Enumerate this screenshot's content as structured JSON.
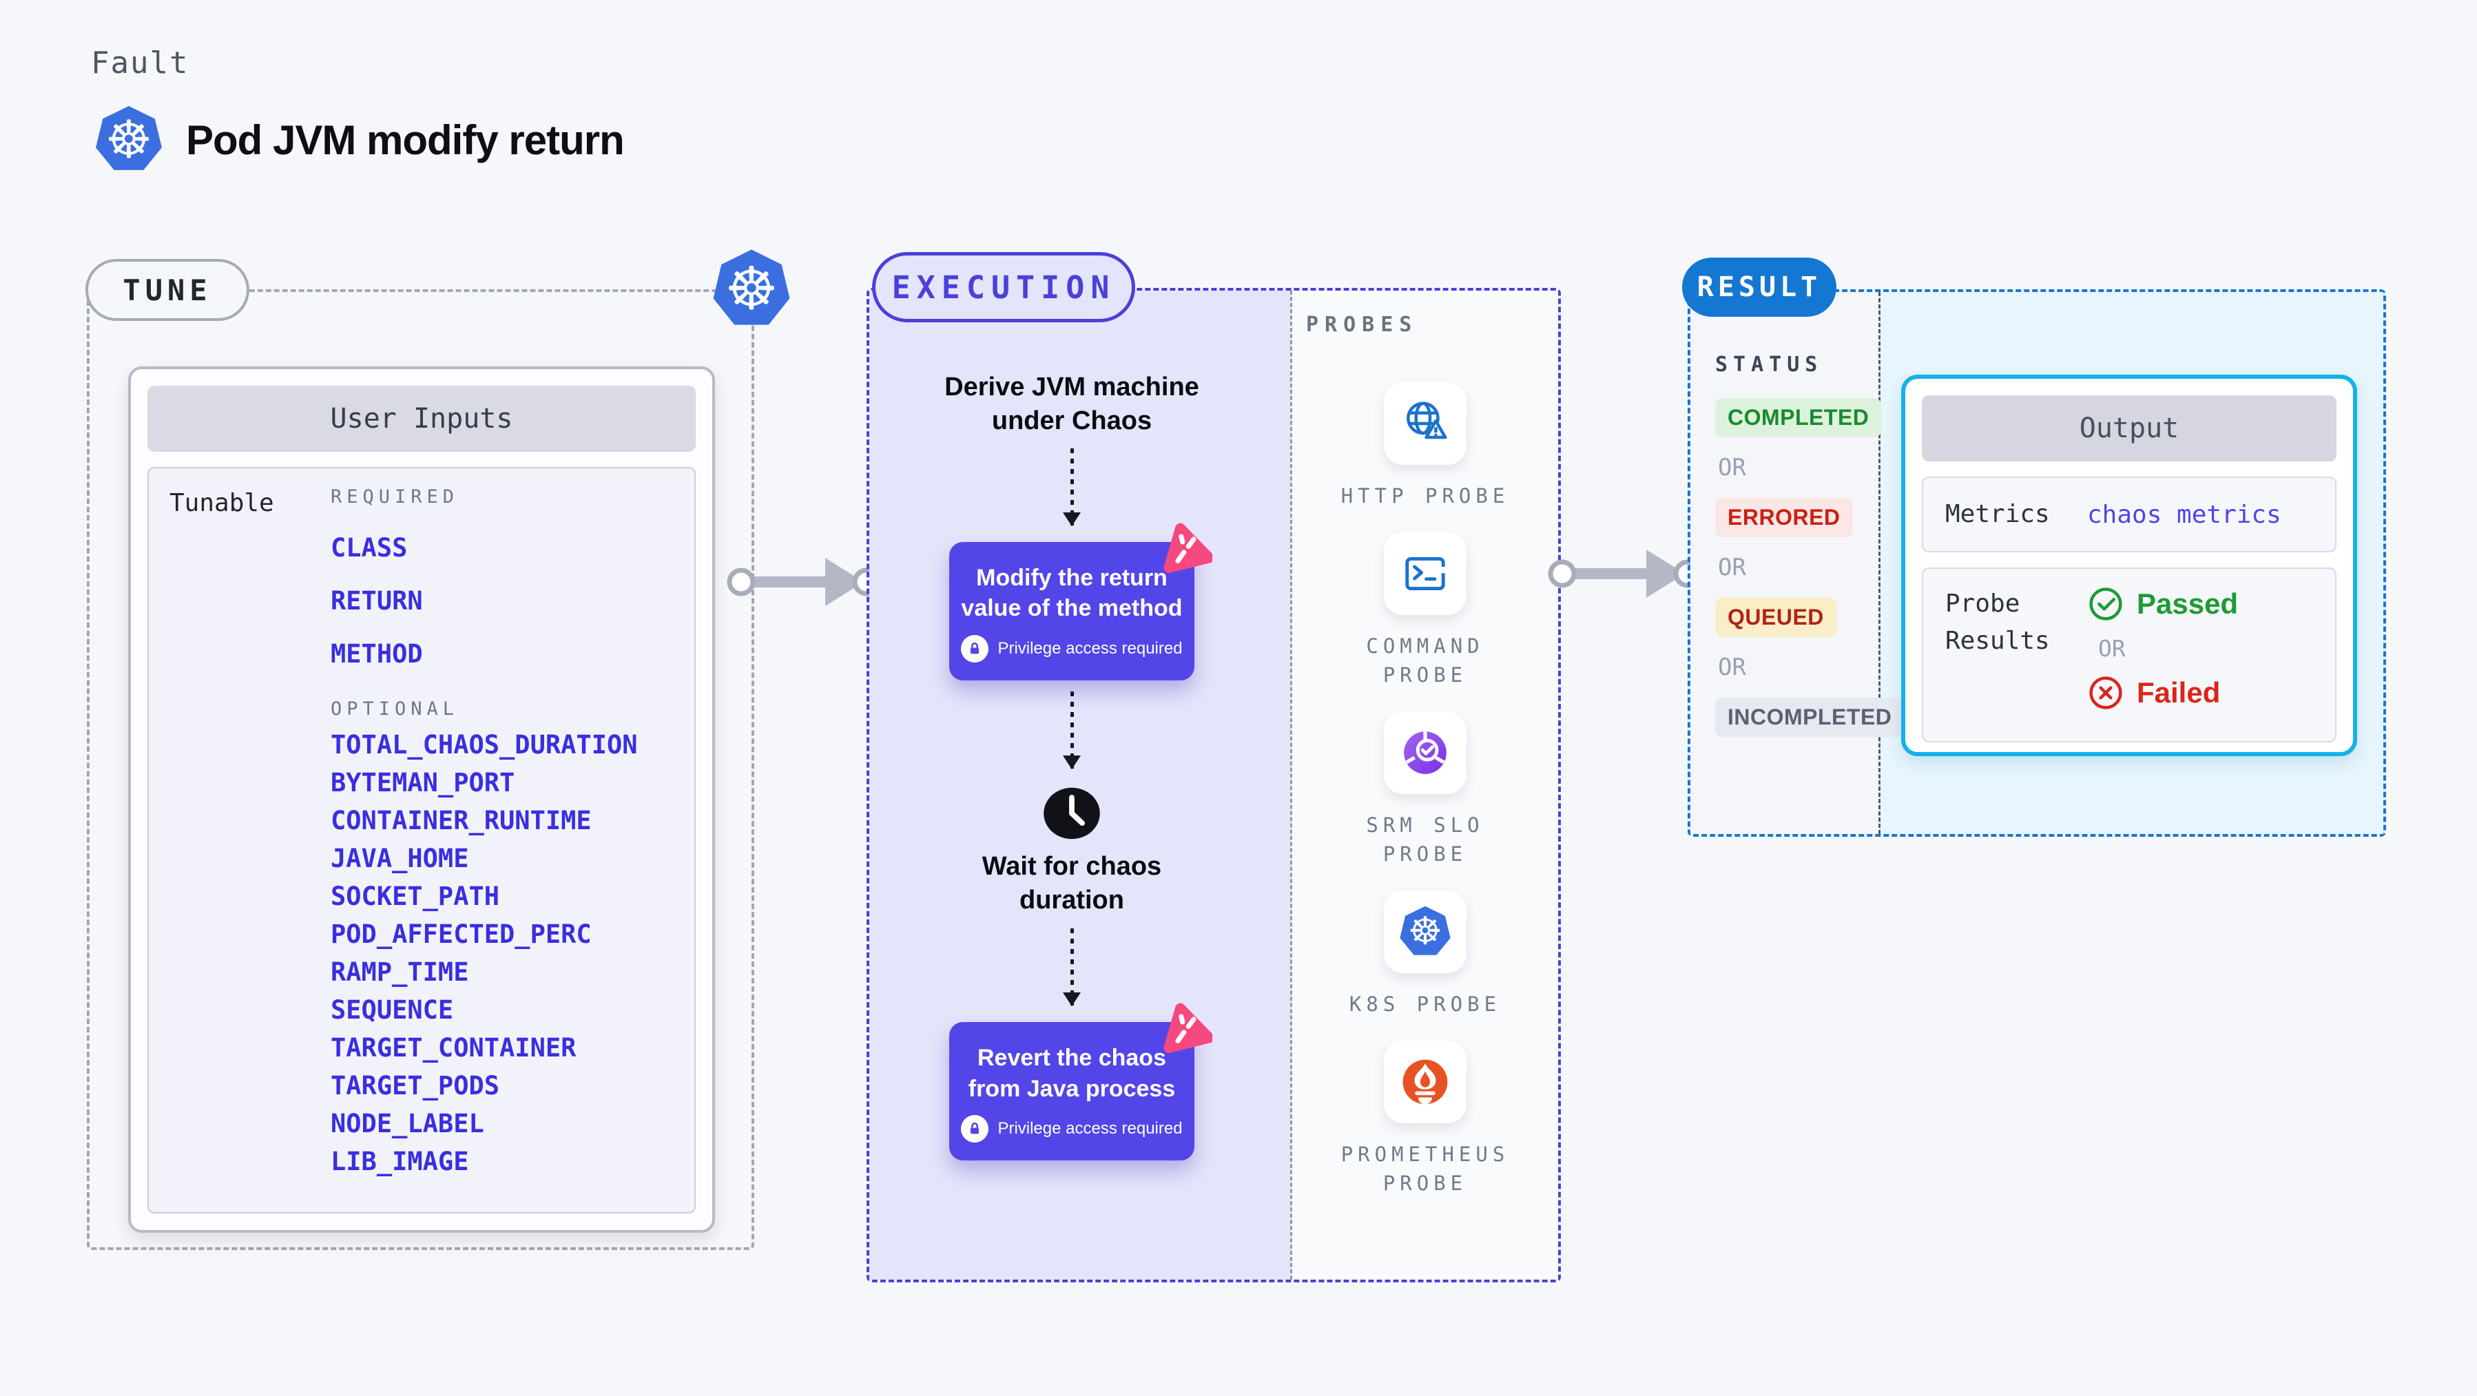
{
  "header": {
    "category_label": "Fault",
    "title": "Pod JVM modify return"
  },
  "tune": {
    "badge_label": "TUNE",
    "panel_title": "User Inputs",
    "tunable_label": "Tunable",
    "required_label": "REQUIRED",
    "optional_label": "OPTIONAL",
    "required_items": [
      "CLASS",
      "RETURN",
      "METHOD"
    ],
    "optional_items": [
      "TOTAL_CHAOS_DURATION",
      "BYTEMAN_PORT",
      "CONTAINER_RUNTIME",
      "JAVA_HOME",
      "SOCKET_PATH",
      "POD_AFFECTED_PERC",
      "RAMP_TIME",
      "SEQUENCE",
      "TARGET_CONTAINER",
      "TARGET_PODS",
      "NODE_LABEL",
      "LIB_IMAGE"
    ]
  },
  "execution": {
    "badge_label": "EXECUTION",
    "step_derive": "Derive JVM machine under Chaos",
    "action_modify": "Modify the return value of the method",
    "privilege_note": "Privilege access required",
    "step_wait": "Wait for chaos duration",
    "action_revert": "Revert the chaos from Java process"
  },
  "probes": {
    "column_label": "PROBES",
    "items": [
      {
        "label": "HTTP PROBE",
        "icon": "globe-alert-icon"
      },
      {
        "label": "COMMAND PROBE",
        "icon": "terminal-icon"
      },
      {
        "label": "SRM SLO PROBE",
        "icon": "slo-gauge-check-icon"
      },
      {
        "label": "K8S PROBE",
        "icon": "kubernetes-icon"
      },
      {
        "label": "PROMETHEUS PROBE",
        "icon": "prometheus-flame-icon"
      }
    ]
  },
  "result": {
    "badge_label": "RESULT",
    "status_label": "STATUS",
    "or_label": "OR",
    "statuses": [
      {
        "label": "COMPLETED",
        "text_color": "#1a8a2e",
        "bg_color": "#ddf2dc"
      },
      {
        "label": "ERRORED",
        "text_color": "#cc1f15",
        "bg_color": "#fbe7e6"
      },
      {
        "label": "QUEUED",
        "text_color": "#b02318",
        "bg_color": "#f9eec5"
      },
      {
        "label": "INCOMPLETED",
        "text_color": "#5a6173",
        "bg_color": "#e7e9f0"
      }
    ],
    "output": {
      "title": "Output",
      "metrics_label": "Metrics",
      "metrics_value": "chaos metrics",
      "probe_results_label": "Probe Results",
      "passed_label": "Passed",
      "failed_label": "Failed"
    }
  },
  "colors": {
    "execution_accent": "#4a41d8",
    "action_card": "#5246e8",
    "result_accent": "#1478d2",
    "output_border": "#14b2e8",
    "param_link": "#3a2ee0",
    "kubernetes_blue": "#3b6fe0",
    "prometheus_orange": "#e75225",
    "harness_pink": "#f5487f",
    "passed_green": "#1d9b33",
    "failed_red": "#da251c"
  }
}
